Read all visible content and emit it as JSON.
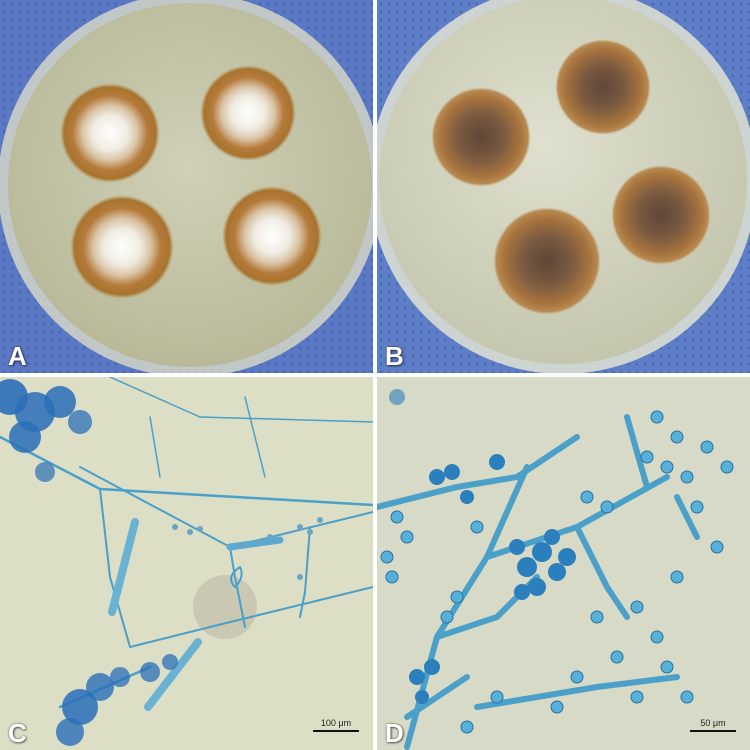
{
  "figure": {
    "panels": [
      {
        "letter": "A",
        "description_icon": "petri-dish-icon"
      },
      {
        "letter": "B",
        "description_icon": "petri-dish-reverse-icon"
      },
      {
        "letter": "C",
        "scale_label": "100 μm"
      },
      {
        "letter": "D",
        "scale_label": "50 μm"
      }
    ]
  },
  "colors": {
    "cloth_blue": "#5a78c4",
    "agar": "#c9c8ac",
    "colony_brown": "#b07a3c",
    "colony_white": "#f4f1ea",
    "reverse_brown": "#8a5a3a",
    "micro_bg": "#d9dcc6",
    "hypha_blue": "#4aa0c8",
    "spore_blue": "#2a6fb8"
  }
}
